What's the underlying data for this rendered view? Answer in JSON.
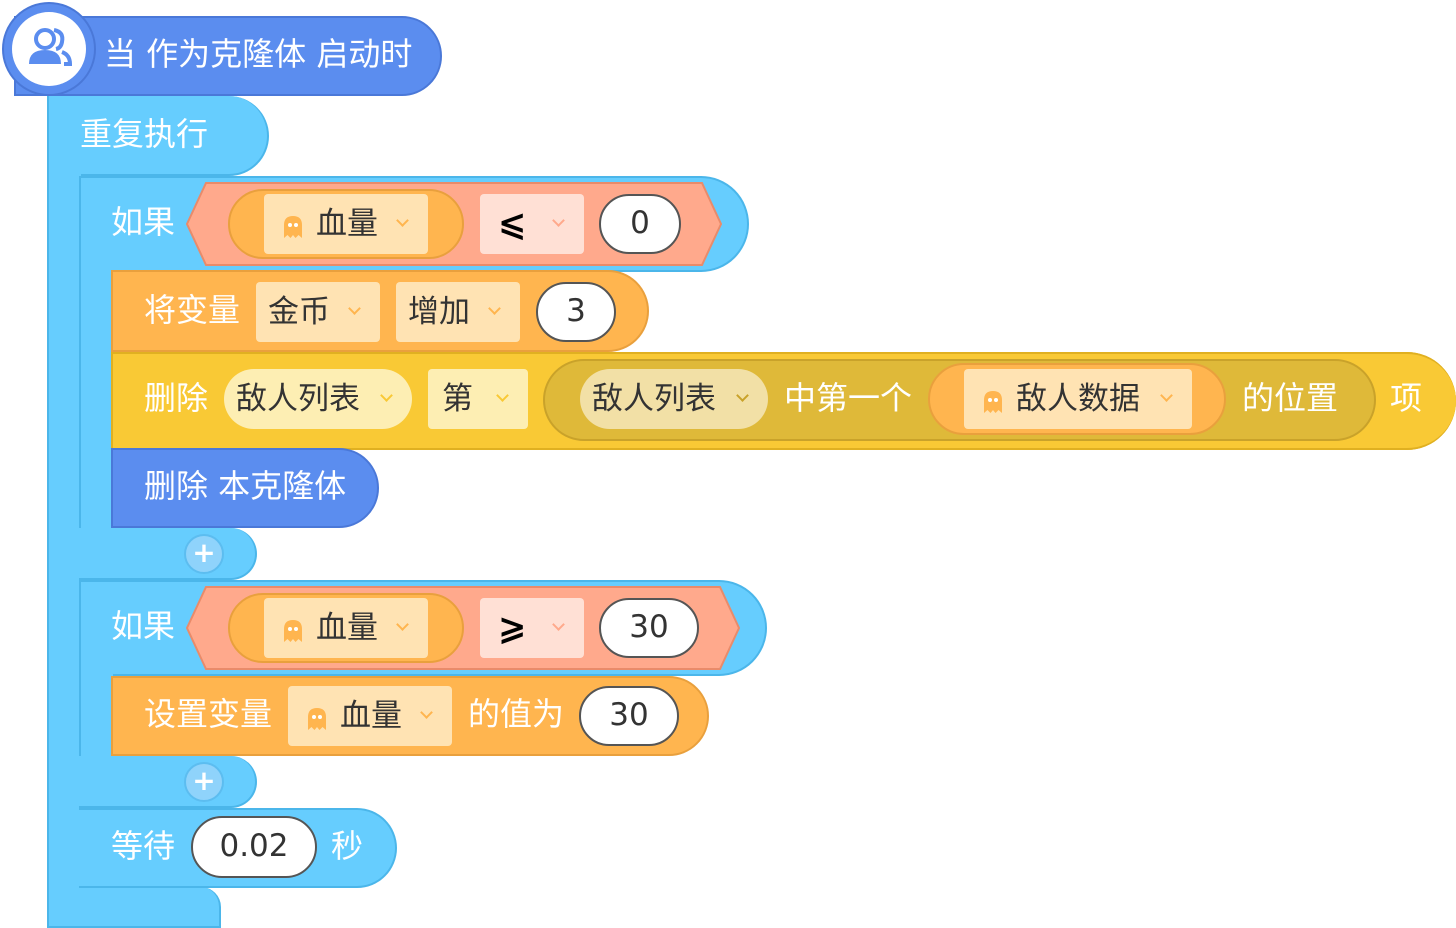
{
  "hat": {
    "icon": "user-group-icon",
    "label": "当 作为克隆体 启动时"
  },
  "loop": {
    "label": "重复执行"
  },
  "if1": {
    "label": "如果",
    "variable": "血量",
    "operator": "⩽",
    "value": "0"
  },
  "change_var": {
    "label": "将变量",
    "variable": "金币",
    "mode": "增加",
    "value": "3"
  },
  "delete_item": {
    "label": "删除",
    "list": "敌人列表",
    "index_mode": "第",
    "inner_list": "敌人列表",
    "inner_text": "中第一个",
    "item_var": "敌人数据",
    "position_text": "的位置",
    "suffix": "项"
  },
  "delete_clone": {
    "label": "删除 本克隆体"
  },
  "if2": {
    "label": "如果",
    "variable": "血量",
    "operator": "⩾",
    "value": "30"
  },
  "set_var": {
    "label": "设置变量",
    "variable": "血量",
    "mid": "的值为",
    "value": "30"
  },
  "wait": {
    "label": "等待",
    "value": "0.02",
    "unit": "秒"
  },
  "plus_symbol": "+",
  "colors": {
    "event_blue": "#5b8def",
    "control_cyan": "#66cdfe",
    "variable_orange": "#ffb54f",
    "list_yellow": "#f9c935",
    "operator_salmon": "#ffa98c"
  }
}
